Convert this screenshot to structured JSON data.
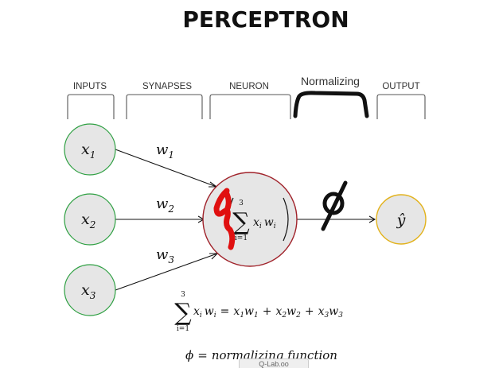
{
  "title": "PERCEPTRON",
  "columns": {
    "inputs": "INPUTS",
    "synapses": "SYNAPSES",
    "neuron": "NEURON",
    "normalizing": "Normalizing",
    "output": "OUTPUT"
  },
  "inputs": [
    {
      "base": "x",
      "sub": "1"
    },
    {
      "base": "x",
      "sub": "2"
    },
    {
      "base": "x",
      "sub": "3"
    }
  ],
  "weights": [
    {
      "base": "w",
      "sub": "1"
    },
    {
      "base": "w",
      "sub": "2"
    },
    {
      "base": "w",
      "sub": "3"
    }
  ],
  "neuron": {
    "sum_upper": "3",
    "sum_lower": "i=1",
    "term_x": "x",
    "term_w": "w",
    "index": "i"
  },
  "activation_symbol": "ϕ",
  "output": {
    "label": "ŷ"
  },
  "equation": {
    "sum_upper": "3",
    "sum_lower": "i=1",
    "lhs_x": "x",
    "lhs_w": "w",
    "lhs_index": "i",
    "eq1": "=",
    "t1x": "x",
    "t1xs": "1",
    "t1w": "w",
    "t1ws": "1",
    "plus1": "+",
    "t2x": "x",
    "t2xs": "2",
    "t2w": "w",
    "t2ws": "2",
    "plus2": "+",
    "t3x": "x",
    "t3xs": "3",
    "t3w": "w",
    "t3ws": "3"
  },
  "phi_definition": {
    "symbol": "ϕ",
    "eq": "=",
    "text": "normalizing function"
  },
  "bottom_tab": "Q-Lab.oo",
  "colors": {
    "input_stroke": "#2fa043",
    "neuron_stroke": "#a0222a",
    "output_stroke": "#e2b21c",
    "node_fill": "#e6e6e6",
    "scribble_red": "#e01010"
  }
}
